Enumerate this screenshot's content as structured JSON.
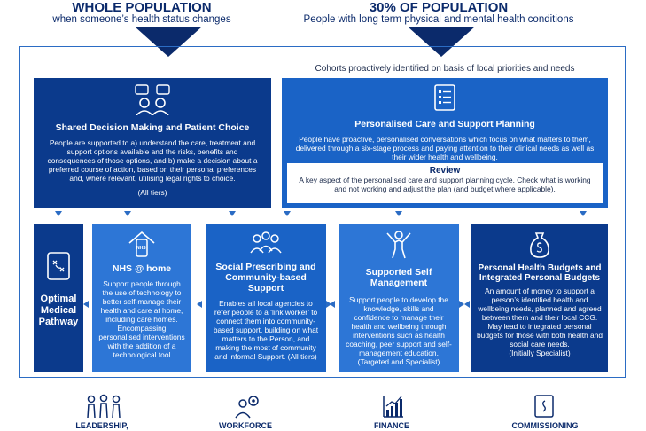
{
  "header": {
    "left_title": "WHOLE POPULATION",
    "left_sub": "when someone’s health status changes",
    "right_title": "30% OF POPULATION",
    "right_sub": "People with long term physical and mental health conditions"
  },
  "cohorts_text": "Cohorts proactively identified on basis of local priorities and needs",
  "shared_decision": {
    "title": "Shared Decision Making and Patient Choice",
    "text": "People are supported to a) understand the care, treatment and support options available and the risks, benefits and consequences of those options, and b) make a decision about a preferred course of action, based on their personal preferences and, where relevant, utilising legal rights to choice.",
    "tier": "(All tiers)"
  },
  "personalised_care": {
    "title": "Personalised Care and Support Planning",
    "text": "People have proactive, personalised conversations which focus on what matters to them, delivered through a six-stage process and paying attention to their clinical needs as well as their wider health and wellbeing."
  },
  "review": {
    "title": "Review",
    "text": "A key aspect of the personalised care and support planning cycle. Check what is working and not working and adjust the plan (and budget where applicable)."
  },
  "pathway": {
    "title": "Optimal Medical Pathway"
  },
  "nhs_home": {
    "icon_label": "NHS",
    "title": "NHS @ home",
    "text": "Support people through the use of technology to better self-manage their health and care at home, including care homes. Encompassing personalised interventions with the addition of a technological tool"
  },
  "social": {
    "title": "Social Prescribing and Community-based Support",
    "text": "Enables all local agencies to refer people to a ‘link worker’ to connect them into community- based support, building on what matters to the Person, and making the most of community and informal Support. (All tiers)"
  },
  "self_mgmt": {
    "title": "Supported Self Management",
    "text": "Support people to develop the knowledge, skills and confidence to manage their health and wellbeing through interventions such as health coaching, peer support and self-management education. (Targeted and Specialist)"
  },
  "budgets": {
    "title": "Personal Health Budgets and Integrated Personal Budgets",
    "text": "An amount of money to support a person’s identified health and wellbeing needs, planned and agreed between them and their local CCG. May lead to integrated personal budgets for those with both health and social care needs.",
    "tier": "(Initially Specialist)"
  },
  "enablers": [
    "LEADERSHIP,",
    "WORKFORCE",
    "FINANCE",
    "COMMISSIONING"
  ],
  "colors": {
    "dark": "#0b3a8c",
    "mid": "#1a63c6",
    "light": "#2d76d6",
    "navy": "#0b2a6b",
    "line": "#2b6cc4"
  }
}
